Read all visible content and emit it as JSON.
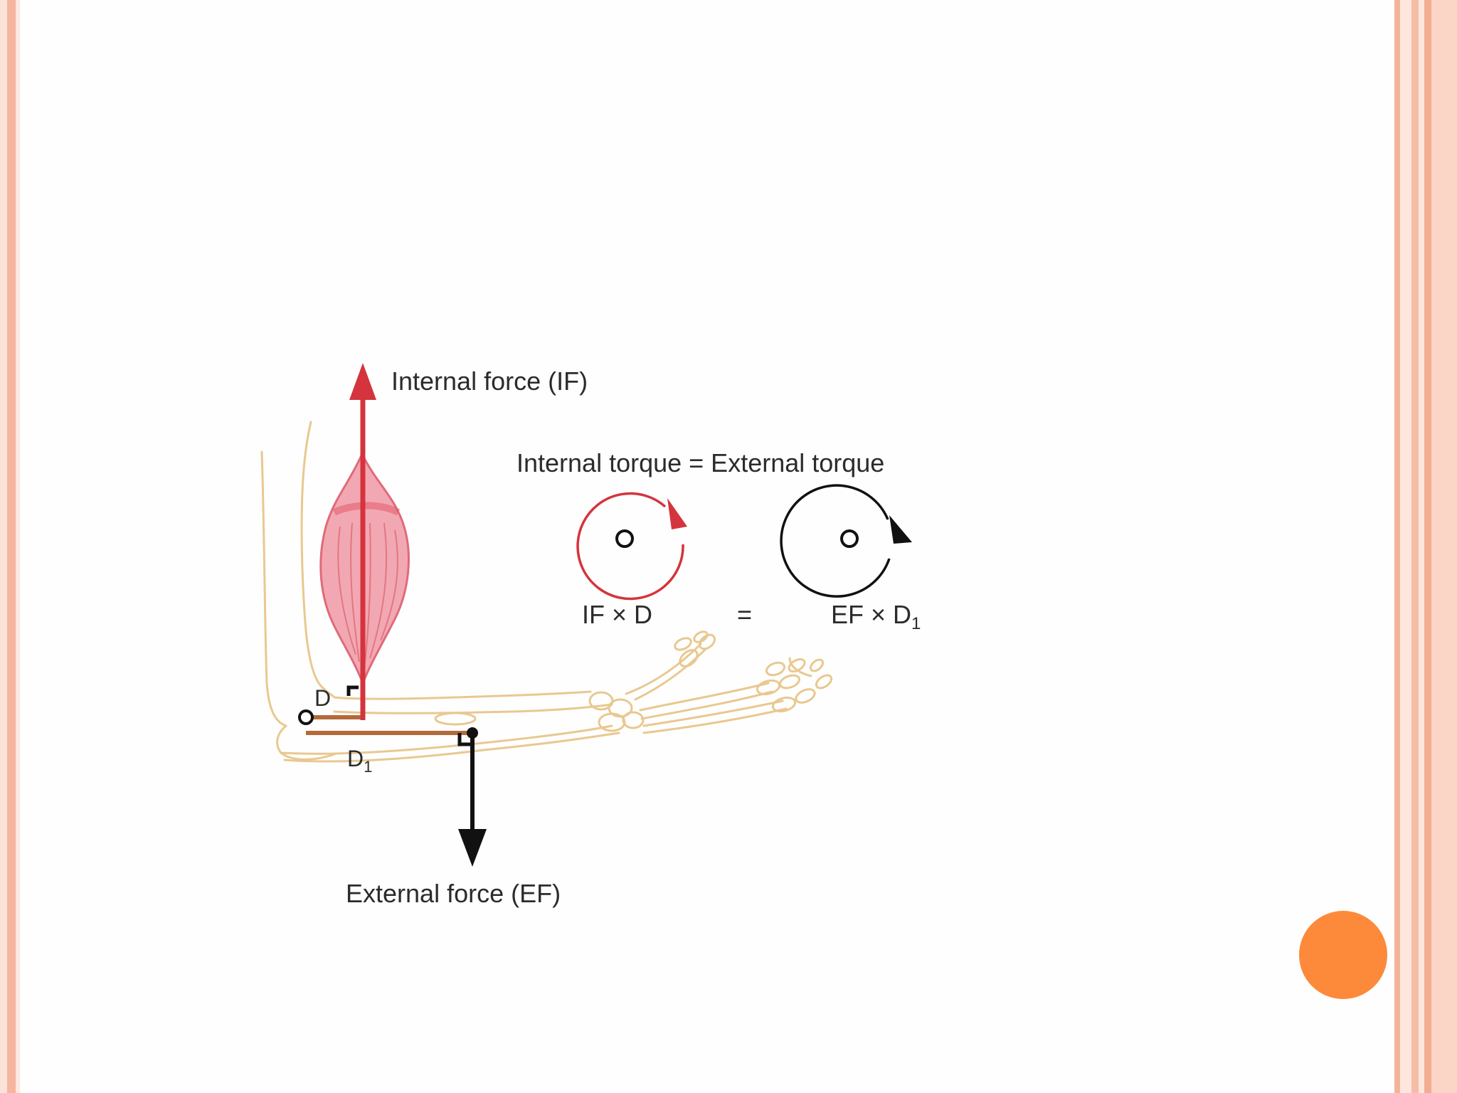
{
  "diagram": {
    "labels": {
      "internal_force": "Internal force (IF)",
      "external_force": "External force (EF)",
      "equation_title": "Internal torque = External torque",
      "if_times_d": "IF × D",
      "equals": "=",
      "ef_times": "EF × D",
      "ef_subscript": "1",
      "d_label": "D",
      "d1_label": "D",
      "d1_subscript": "1"
    },
    "colors": {
      "internal_force": "#d4343d",
      "external_force": "#111111",
      "muscle": "#f2a8b2",
      "bone": "#e9c890",
      "moment_arm": "#b36a3a",
      "accent_dot": "#fd893a"
    }
  }
}
